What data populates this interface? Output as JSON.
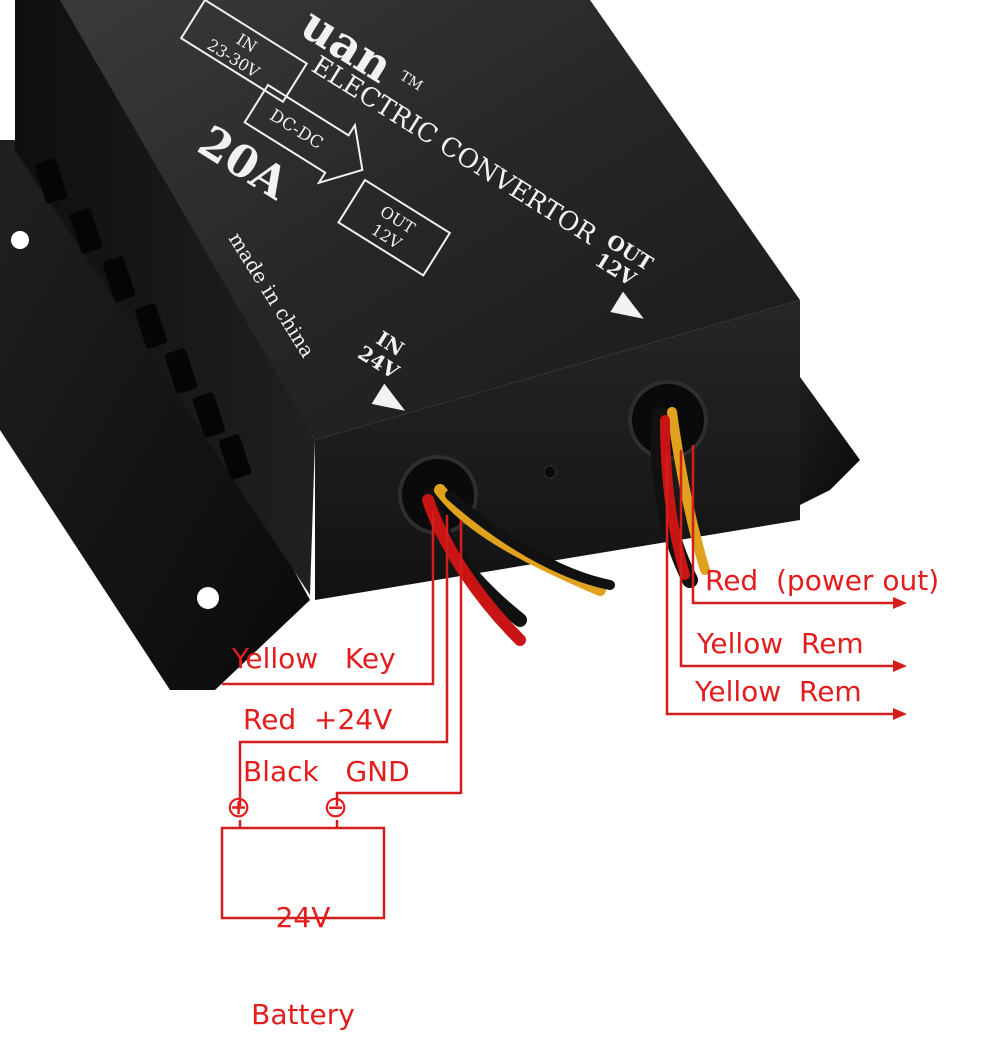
{
  "colors": {
    "label_red": "#e11d1d",
    "wire_red": "#d41d1d",
    "case_top": "#2a2a2a",
    "case_side": "#161616",
    "case_front": "#1c1c1c",
    "case_print": "#f2f2f2"
  },
  "device": {
    "brand_partial": "uan",
    "trademark": "TM",
    "subtitle": "ELECTRIC CONVERTOR",
    "in_box_line1": "IN",
    "in_box_line2": "23-30V",
    "dc_arrow": "DC-DC",
    "out_box_line1": "OUT",
    "out_box_line2": "12V",
    "rating": "20A",
    "made_in": "made in china",
    "in_port_line1": "IN",
    "in_port_line2": "24V",
    "out_port_line1": "OUT",
    "out_port_line2": "12V"
  },
  "output_labels": {
    "red_power_out": "Red  (power out)",
    "yellow_rem_1": "Yellow  Rem",
    "yellow_rem_2": "Yellow  Rem"
  },
  "input_labels": {
    "yellow_key": "Yellow   Key",
    "red_24v": "Red  +24V",
    "black_gnd": "Black   GND"
  },
  "battery": {
    "plus_icon": "⊕",
    "minus_icon": "⊖",
    "line1": "24V",
    "line2": "Battery"
  }
}
